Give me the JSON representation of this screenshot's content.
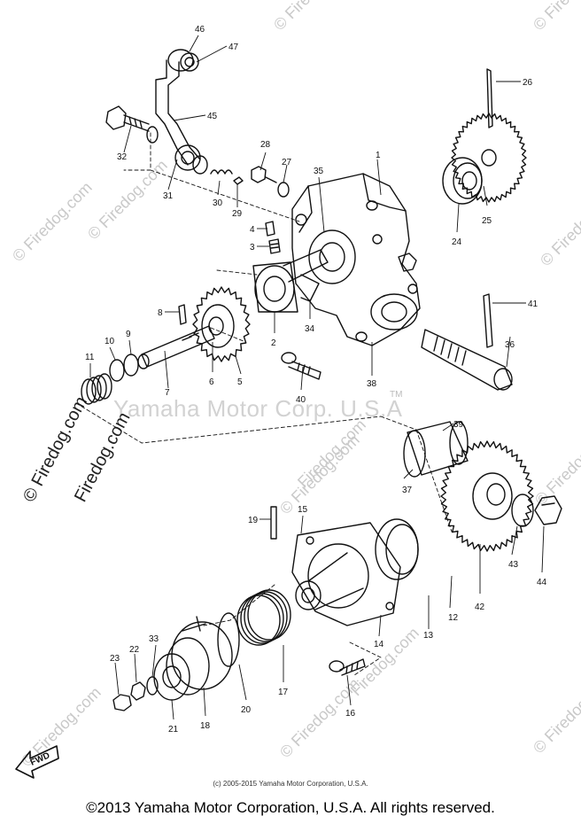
{
  "diagram": {
    "part_numbers": [
      "46",
      "47",
      "45",
      "32",
      "31",
      "30",
      "29",
      "28",
      "27",
      "35",
      "1",
      "26",
      "25",
      "24",
      "4",
      "3",
      "2",
      "34",
      "8",
      "6",
      "5",
      "7",
      "9",
      "10",
      "11",
      "40",
      "38",
      "36",
      "41",
      "39",
      "37",
      "42",
      "43",
      "44",
      "19",
      "15",
      "12",
      "13",
      "14",
      "17",
      "20",
      "18",
      "21",
      "22",
      "23",
      "33",
      "16"
    ],
    "fwd_label": "FWD",
    "watermarks": {
      "site": "© Firedog.com",
      "site_plain": "Firedog.com",
      "corp": "Yamaha Motor Corp. U.S.A",
      "tm": "TM"
    },
    "fine_copyright": "(c) 2005-2015 Yamaha Motor Corporation, U.S.A.",
    "copyright": "©2013 Yamaha Motor Corporation, U.S.A. All rights reserved."
  }
}
